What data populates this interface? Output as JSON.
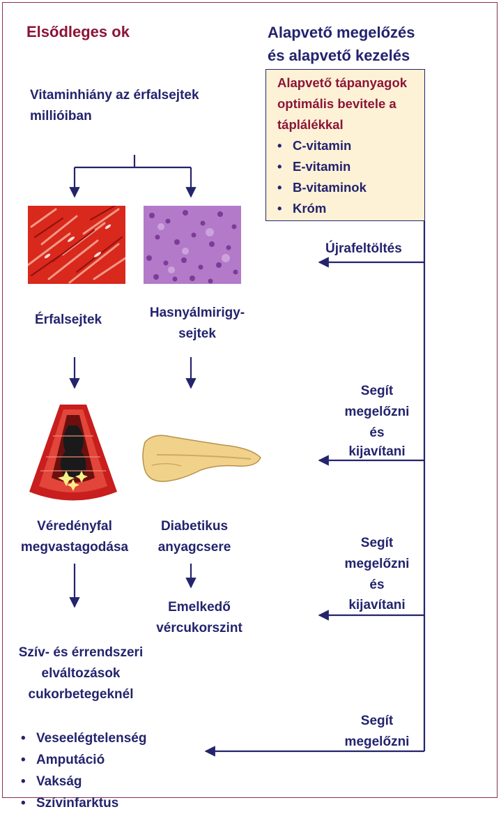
{
  "header": {
    "left_title": "Elsődleges ok",
    "right_title_line1": "Alapvető megelőzés",
    "right_title_line2": "és alapvető kezelés"
  },
  "nutrient_box": {
    "title_line1": "Alapvető tápanyagok",
    "title_line2": "optimális bevitele a",
    "title_line3": "táplálékkal",
    "items": [
      "C-vitamin",
      "E-vitamin",
      "B-vitaminok",
      "Króm"
    ]
  },
  "cause": {
    "line1": "Vitaminhiány az érfalsejtek",
    "line2": "millióiban"
  },
  "cells": {
    "vessel_label": "Érfalsejtek",
    "pancreas_label_line1": "Hasnyálmirigy-",
    "pancreas_label_line2": "sejtek"
  },
  "effects": {
    "vessel_line1": "Véredényfal",
    "vessel_line2": "megvastagodása",
    "diabetic_line1": "Diabetikus",
    "diabetic_line2": "anyagcsere",
    "glucose_line1": "Emelkedő",
    "glucose_line2": "vércukorszint"
  },
  "outcome": {
    "line1": "Szív- és érrendszeri",
    "line2": "elváltozások",
    "line3": "cukorbetegeknél",
    "items": [
      "Veseelégtelenség",
      "Amputáció",
      "Vakság",
      "Szívinfarktus"
    ]
  },
  "actions": {
    "refill": "Újrafeltöltés",
    "help1_line1": "Segít",
    "help1_line2": "megelőzni",
    "help1_line3": "és",
    "help1_line4": "kijavítani",
    "help2_line1": "Segít",
    "help2_line2": "megelőzni",
    "help2_line3": "és",
    "help2_line4": "kijavítani",
    "help3_line1": "Segít",
    "help3_line2": "megelőzni"
  },
  "colors": {
    "navy": "#23236e",
    "maroon": "#8b1538",
    "box_fill": "#fdf1d6",
    "frame": "#8a2d55"
  }
}
